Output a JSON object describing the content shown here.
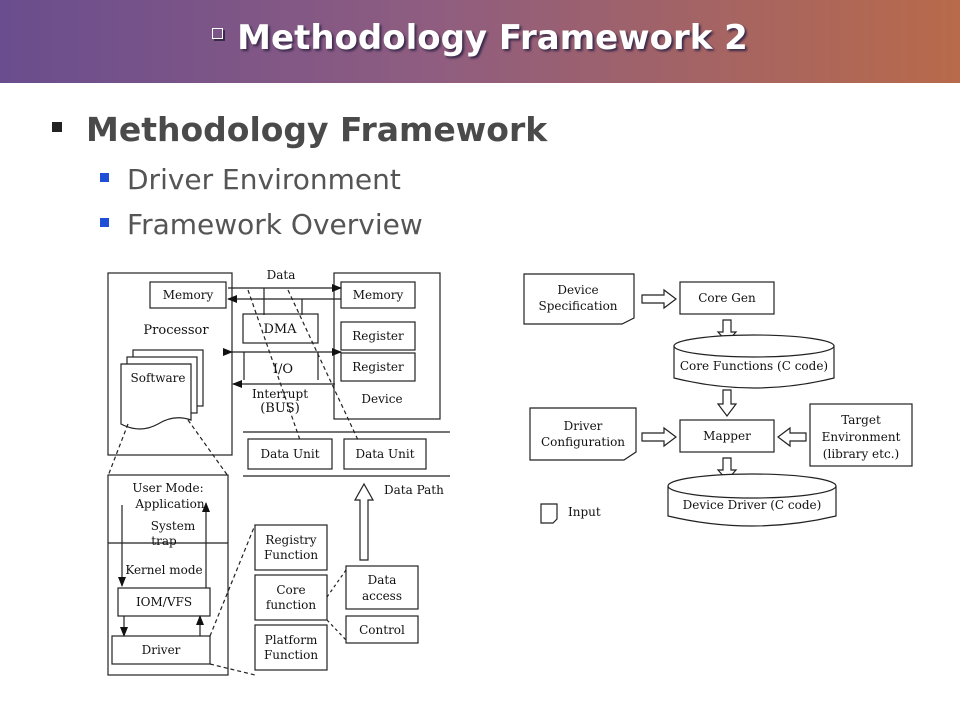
{
  "slide": {
    "title": "Methodology Framework 2",
    "bullet1": "Methodology Framework",
    "sub1": "Driver Environment",
    "sub2": "Framework Overview"
  },
  "left_diagram": {
    "data_label": "Data",
    "memory_left": "Memory",
    "processor": "Processor",
    "software": "Software",
    "dma": "DMA",
    "io": "I/O",
    "interrupt_1": "Interrupt",
    "interrupt_2": "(BUS)",
    "memory_right": "Memory",
    "register_1": "Register",
    "register_2": "Register",
    "device": "Device",
    "data_unit_1": "Data Unit",
    "data_unit_2": "Data Unit",
    "data_path": "Data Path",
    "user_mode_1": "User Mode:",
    "user_mode_2": "Application",
    "system_trap_1": "System",
    "system_trap_2": "trap",
    "kernel_mode": "Kernel mode",
    "iom_vfs": "IOM/VFS",
    "driver": "Driver",
    "registry_1": "Registry",
    "registry_2": "Function",
    "core_fn_1": "Core",
    "core_fn_2": "function",
    "platform_1": "Platform",
    "platform_2": "Function",
    "data_access_1": "Data",
    "data_access_2": "access",
    "control": "Control"
  },
  "right_diagram": {
    "device_spec_1": "Device",
    "device_spec_2": "Specification",
    "core_gen": "Core Gen",
    "core_functions": "Core Functions (C code)",
    "driver_config_1": "Driver",
    "driver_config_2": "Configuration",
    "mapper": "Mapper",
    "target_1": "Target",
    "target_2": "Environment",
    "target_3": "(library etc.)",
    "device_driver": "Device Driver (C code)",
    "input_legend": "Input"
  }
}
